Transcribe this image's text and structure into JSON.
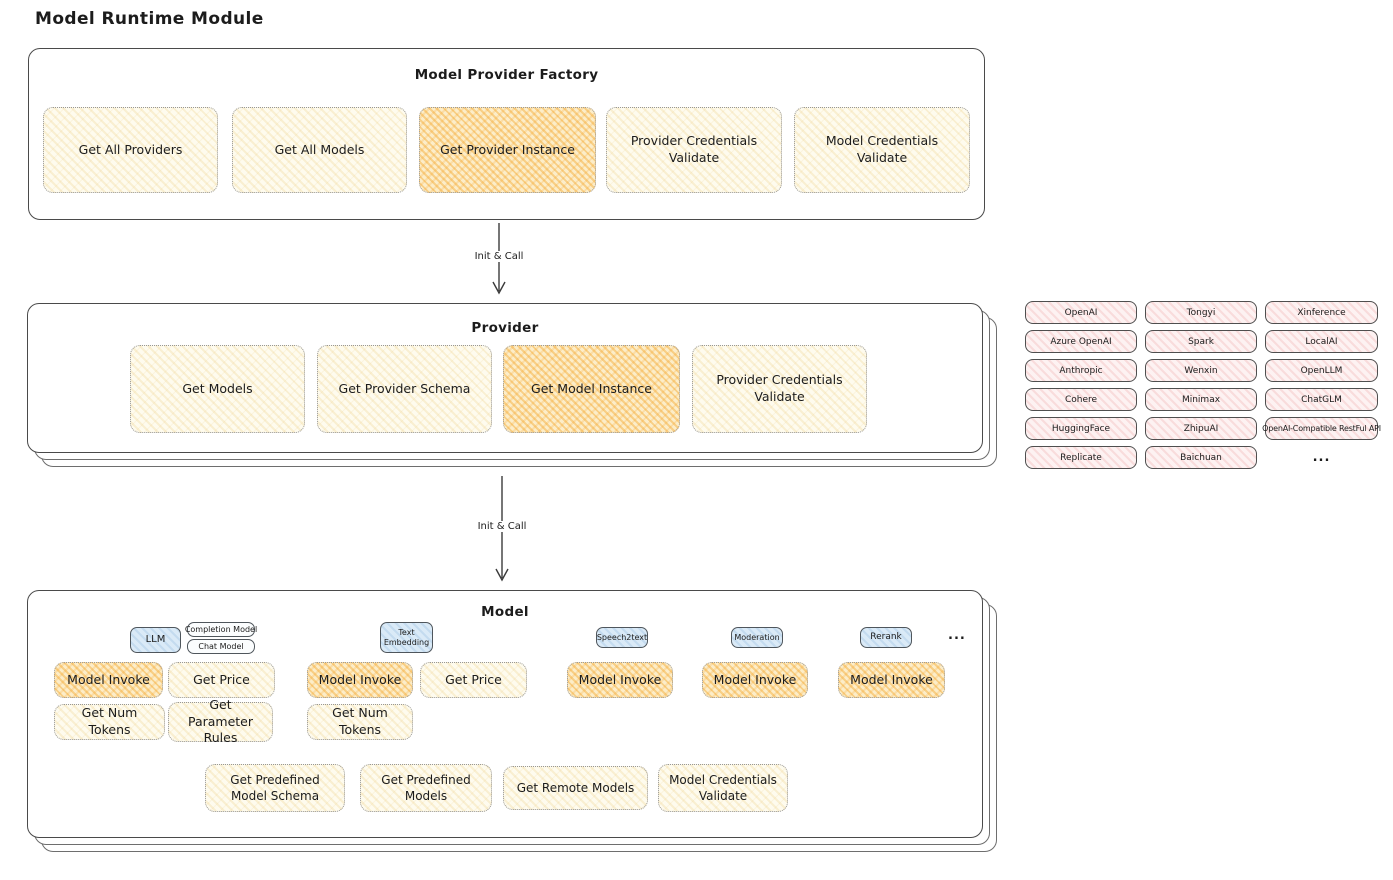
{
  "diagram": {
    "title": "Model Runtime Module"
  },
  "arrows": {
    "init_call_1": "Init & Call",
    "init_call_2": "Init & Call"
  },
  "factory": {
    "title": "Model Provider Factory",
    "items": [
      "Get All Providers",
      "Get All Models",
      "Get Provider Instance",
      "Provider Credentials Validate",
      "Model Credentials Validate"
    ]
  },
  "provider": {
    "title": "Provider",
    "items": [
      "Get Models",
      "Get Provider Schema",
      "Get Model Instance",
      "Provider Credentials Validate"
    ]
  },
  "integrations": {
    "rows": [
      [
        "OpenAI",
        "Tongyi",
        "Xinference"
      ],
      [
        "Azure OpenAI",
        "Spark",
        "LocalAI"
      ],
      [
        "Anthropic",
        "Wenxin",
        "OpenLLM"
      ],
      [
        "Cohere",
        "Minimax",
        "ChatGLM"
      ],
      [
        "HuggingFace",
        "ZhipuAI",
        "OpenAI-Compatible RestFul API"
      ],
      [
        "Replicate",
        "Baichuan"
      ]
    ],
    "more": "..."
  },
  "model": {
    "title": "Model",
    "groups": [
      {
        "tag": "LLM",
        "subtags": [
          "Completion Model",
          "Chat Model"
        ],
        "ops": [
          "Model Invoke",
          "Get Price",
          "Get Num Tokens",
          "Get Parameter Rules"
        ]
      },
      {
        "tag": "Text Embedding",
        "ops": [
          "Model Invoke",
          "Get Price",
          "Get Num Tokens"
        ]
      },
      {
        "tag": "Speech2text",
        "ops": [
          "Model Invoke"
        ]
      },
      {
        "tag": "Moderation",
        "ops": [
          "Model Invoke"
        ]
      },
      {
        "tag": "Rerank",
        "ops": [
          "Model Invoke"
        ]
      }
    ],
    "more": "...",
    "shared_ops": [
      "Get Predefined Model Schema",
      "Get Predefined Models",
      "Get Remote Models",
      "Model Credentials Validate"
    ]
  },
  "colors": {
    "yellow_fill": "#fefbee",
    "orange_fill": "#fcedc9",
    "pink_fill": "#fdf2f2",
    "blue_fill": "#daeaf7",
    "stroke": "#3f3f3f"
  }
}
